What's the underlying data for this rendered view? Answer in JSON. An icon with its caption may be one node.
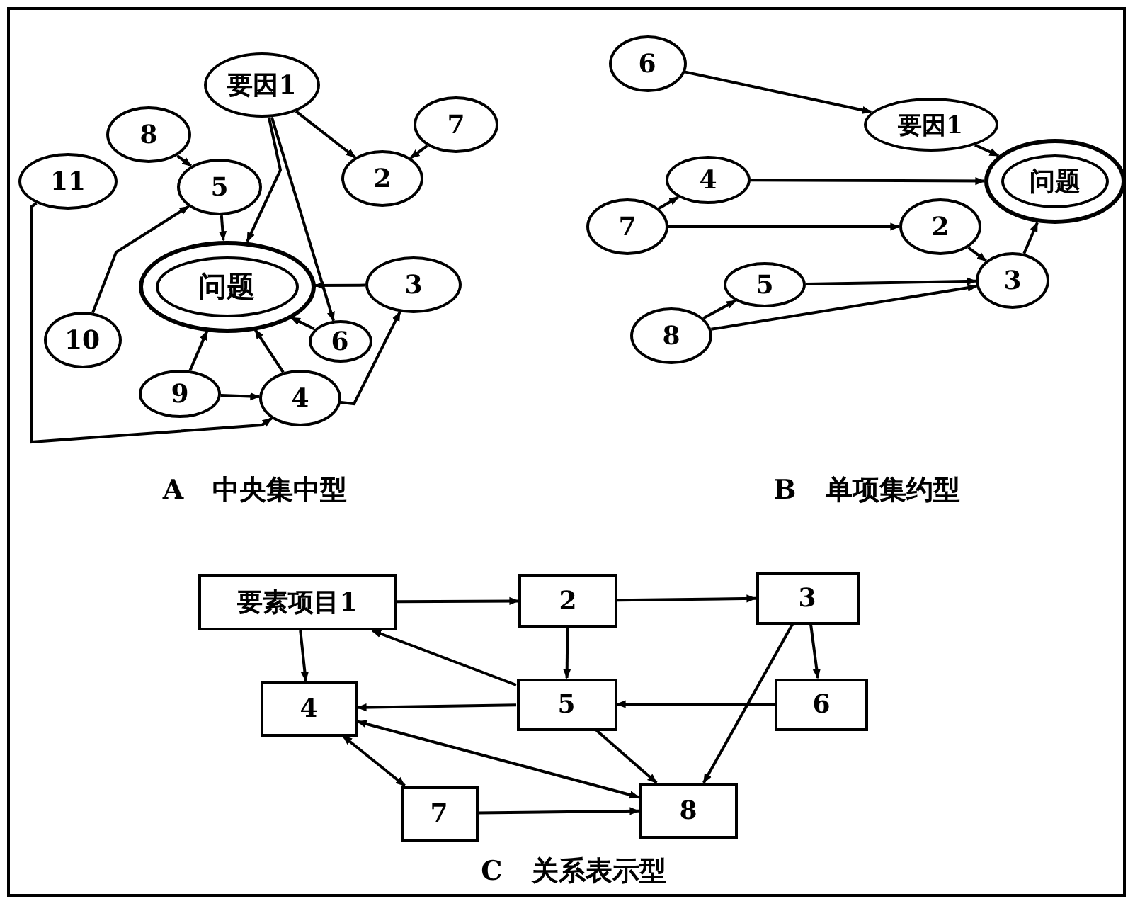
{
  "diagram": {
    "nodes": [
      {
        "text": [
          "要因1"
        ]
      },
      {
        "text": [
          "8"
        ]
      },
      {
        "text": [
          "7"
        ]
      },
      {
        "text": [
          "11"
        ]
      },
      {
        "text": [
          "5"
        ]
      },
      {
        "text": [
          "2"
        ]
      },
      {
        "text": [
          "问题"
        ]
      },
      {
        "text": [
          "3"
        ]
      },
      {
        "text": [
          "10"
        ]
      },
      {
        "text": [
          "6"
        ]
      },
      {
        "text": [
          "9"
        ]
      },
      {
        "text": [
          "4"
        ]
      },
      {
        "text": [
          "6"
        ]
      },
      {
        "text": [
          "要因1"
        ]
      },
      {
        "text": [
          "4"
        ]
      },
      {
        "text": [
          "问题"
        ]
      },
      {
        "text": [
          "7"
        ]
      },
      {
        "text": [
          "2"
        ]
      },
      {
        "text": [
          "5"
        ]
      },
      {
        "text": [
          "3"
        ]
      },
      {
        "text": [
          "8"
        ]
      },
      {
        "text": [
          "要素项目1"
        ]
      },
      {
        "text": [
          "2"
        ]
      },
      {
        "text": [
          "3"
        ]
      },
      {
        "text": [
          "4"
        ]
      },
      {
        "text": [
          "5"
        ]
      },
      {
        "text": [
          "6"
        ]
      },
      {
        "text": [
          "7"
        ]
      },
      {
        "text": [
          "8"
        ]
      }
    ],
    "edges": [
      {
        "from": 0,
        "to": 5,
        "arrow": "to"
      },
      {
        "from": 2,
        "to": 5,
        "arrow": "to"
      },
      {
        "from": 0,
        "to": 6,
        "arrow": "to"
      },
      {
        "from": 0,
        "to": 9,
        "arrow": "to"
      },
      {
        "from": 1,
        "to": 4,
        "arrow": "to"
      },
      {
        "from": 4,
        "to": 6,
        "arrow": "to"
      },
      {
        "from": 8,
        "to": 4,
        "arrow": "to"
      },
      {
        "from": 7,
        "to": 6,
        "arrow": "to"
      },
      {
        "from": 9,
        "to": 6,
        "arrow": "to"
      },
      {
        "from": 10,
        "to": 6,
        "arrow": "to"
      },
      {
        "from": 11,
        "to": 6,
        "arrow": "to"
      },
      {
        "from": 10,
        "to": 11,
        "arrow": "to"
      },
      {
        "from": 3,
        "to": 11,
        "arrow": "to"
      },
      {
        "from": 11,
        "to": 7,
        "arrow": "to"
      },
      {
        "from": 12,
        "to": 13,
        "arrow": "to"
      },
      {
        "from": 13,
        "to": 15,
        "arrow": "to"
      },
      {
        "from": 14,
        "to": 15,
        "arrow": "to"
      },
      {
        "from": 16,
        "to": 14,
        "arrow": "to"
      },
      {
        "from": 16,
        "to": 17,
        "arrow": "to"
      },
      {
        "from": 17,
        "to": 19,
        "arrow": "to"
      },
      {
        "from": 19,
        "to": 15,
        "arrow": "to"
      },
      {
        "from": 18,
        "to": 19,
        "arrow": "to"
      },
      {
        "from": 20,
        "to": 18,
        "arrow": "to"
      },
      {
        "from": 20,
        "to": 19,
        "arrow": "to"
      },
      {
        "from": 21,
        "to": 22,
        "arrow": "to"
      },
      {
        "from": 22,
        "to": 23,
        "arrow": "to"
      },
      {
        "from": 21,
        "to": 24,
        "arrow": "to"
      },
      {
        "from": 22,
        "to": 25,
        "arrow": "to"
      },
      {
        "from": 23,
        "to": 26,
        "arrow": "to"
      },
      {
        "from": 25,
        "to": 21,
        "arrow": "to"
      },
      {
        "from": 25,
        "to": 24,
        "arrow": "to"
      },
      {
        "from": 26,
        "to": 25,
        "arrow": "to"
      },
      {
        "from": 23,
        "to": 28,
        "arrow": "to"
      },
      {
        "from": 25,
        "to": 28,
        "arrow": "to"
      },
      {
        "from": 24,
        "to": 28,
        "arrow": "both"
      },
      {
        "from": 24,
        "to": 27,
        "arrow": "both"
      },
      {
        "from": 27,
        "to": 28,
        "arrow": "to"
      }
    ],
    "labels": [
      "A 中央集中型",
      "B 单项集约型",
      "C 关系表示型"
    ]
  }
}
